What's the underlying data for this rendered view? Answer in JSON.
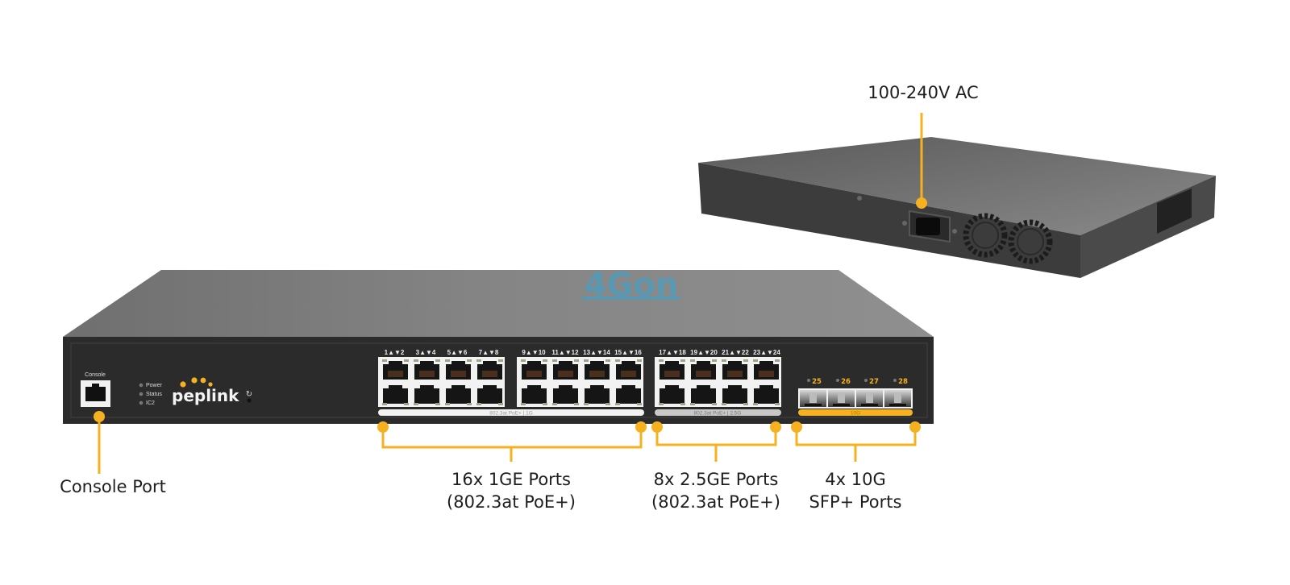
{
  "colors": {
    "accent": "#f5b120",
    "chassis_front": "#2b2b2b",
    "chassis_top": "#7c7c7c",
    "port_frame": "#f2f2f2",
    "watermark": "#3aa3cf"
  },
  "watermark": {
    "text": "4Gon"
  },
  "front_panel": {
    "console_label": "Console",
    "leds": [
      "Power",
      "Status",
      "IC2"
    ],
    "brand": "peplink",
    "reset_icon": "reset-icon",
    "port_groups": [
      {
        "labels": [
          "1▲▼2",
          "3▲▼4",
          "5▲▼6",
          "7▲▼8"
        ]
      },
      {
        "labels": [
          "9▲▼10",
          "11▲▼12",
          "13▲▼14",
          "15▲▼16"
        ]
      },
      {
        "labels": [
          "17▲▼18",
          "19▲▼20",
          "21▲▼22",
          "23▲▼24"
        ]
      }
    ],
    "bar_1g": "802.3at PoE+  |  1G",
    "bar_25g": "802.3at PoE+  |  2.5G",
    "sfp_labels": [
      "25",
      "26",
      "27",
      "28"
    ],
    "bar_10g": "10G"
  },
  "callouts": {
    "power": "100-240V AC",
    "console": "Console Port",
    "ge1_line1": "16x 1GE Ports",
    "ge1_line2": "(802.3at PoE+)",
    "ge25_line1": "8x 2.5GE Ports",
    "ge25_line2": "(802.3at PoE+)",
    "sfp_line1": "4x 10G",
    "sfp_line2": "SFP+ Ports"
  }
}
